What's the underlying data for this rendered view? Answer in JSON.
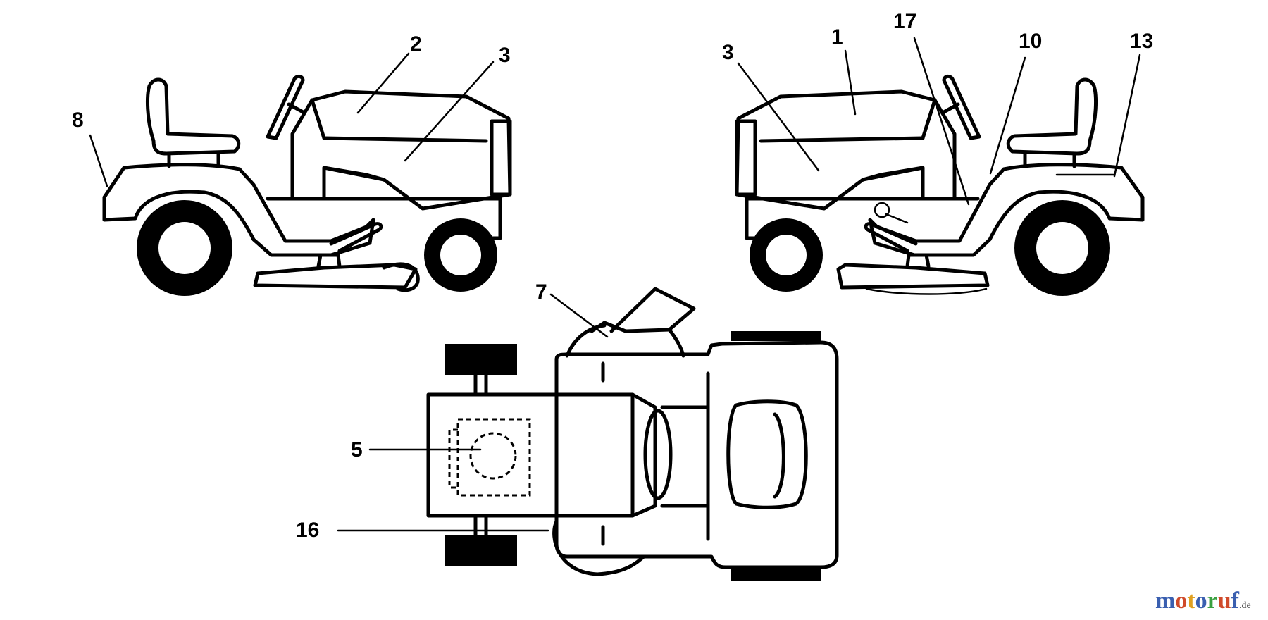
{
  "callouts": {
    "left_view": {
      "n8": "8",
      "n2": "2",
      "n3": "3"
    },
    "right_view": {
      "n3": "3",
      "n1": "1",
      "n17": "17",
      "n10": "10",
      "n13": "13"
    },
    "top_view": {
      "n7": "7",
      "n5": "5",
      "n16": "16"
    }
  },
  "watermark": {
    "brand": "motoruf",
    "suffix": ".de",
    "letters": [
      {
        "ch": "m",
        "color": "#3a5fb0"
      },
      {
        "ch": "o",
        "color": "#d04a2a"
      },
      {
        "ch": "t",
        "color": "#e0a020"
      },
      {
        "ch": "o",
        "color": "#3a5fb0"
      },
      {
        "ch": "r",
        "color": "#3aa040"
      },
      {
        "ch": "u",
        "color": "#d04a2a"
      },
      {
        "ch": "f",
        "color": "#3a5fb0"
      }
    ]
  },
  "icons": {
    "left_view": "riding-mower-side-left",
    "right_view": "riding-mower-side-right",
    "top_view": "riding-mower-top"
  }
}
